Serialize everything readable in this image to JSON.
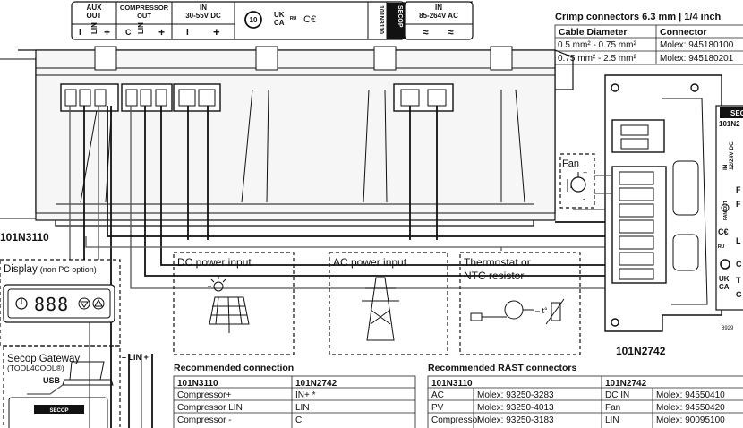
{
  "device_a": {
    "model": "101N3110",
    "terminals": {
      "aux_out_label": "AUX\nOUT",
      "aux_pins": [
        "I",
        "LIN",
        "+"
      ],
      "comp_out_label": "COMPRESSOR\nOUT",
      "comp_pins": [
        "C",
        "LIN",
        "+"
      ],
      "dc_in_label": "IN\n30-55V DC",
      "dc_pins": [
        "I",
        "+"
      ],
      "ac_in_label": "IN\n85-264V AC",
      "ac_pins": [
        "≈",
        "≈"
      ],
      "vertical_label": "101N3110",
      "brand_vertical": "SECOP"
    }
  },
  "device_b": {
    "model": "101N2742",
    "brand": "SECO",
    "model_short": "101N2",
    "in_label": "IN\n12/24V DC",
    "fan_out_label": "FAN OUT",
    "side_letters": [
      "F",
      "F",
      "L",
      "C",
      "T",
      "C"
    ],
    "serial": "8929"
  },
  "crimp_table": {
    "title": "Crimp connectors 6.3 mm | 1/4 inch",
    "headers": [
      "Cable Diameter",
      "Connector"
    ],
    "rows": [
      [
        "0.5 mm² - 0.75 mm²",
        "Molex: 945180100"
      ],
      [
        "0.75 mm² - 2.5 mm²",
        "Molex: 945180201"
      ]
    ]
  },
  "callouts": {
    "display": "Display",
    "display_note": "(non PC option)",
    "display_digits": "888",
    "gateway": "Secop Gateway",
    "gateway_sub": "(TOOL4COOL®)",
    "usb": "USB",
    "lin_label": "LIN",
    "gateway_brand": "SECOP",
    "dc_power": "DC power input",
    "ac_power": "AC power input",
    "thermostat_line1": "Thermostat or",
    "thermostat_line2": "NTC resistor",
    "thermostat_t": "t°",
    "fan": "Fan"
  },
  "recommended_connection": {
    "title": "Recommended connection",
    "headers": [
      "101N3110",
      "101N2742"
    ],
    "rows": [
      [
        "Compressor+",
        "IN+ *"
      ],
      [
        "Compressor LIN",
        "LIN"
      ],
      [
        "Compressor -",
        "C"
      ]
    ]
  },
  "rast_connectors": {
    "title": "Recommended RAST connectors",
    "headers": [
      "101N3110",
      "101N2742"
    ],
    "rows": [
      [
        "AC",
        "Molex: 93250-3283",
        "DC IN",
        "Molex: 94550410"
      ],
      [
        "PV",
        "Molex: 93250-4013",
        "Fan",
        "Molex: 94550420"
      ],
      [
        "Compressor",
        "Molex: 93250-3183",
        "LIN",
        "Molex: 90095100"
      ]
    ]
  },
  "colors": {
    "ink": "#111111",
    "housing": "#f4f4f4",
    "highlight": "#1a1a1a"
  }
}
